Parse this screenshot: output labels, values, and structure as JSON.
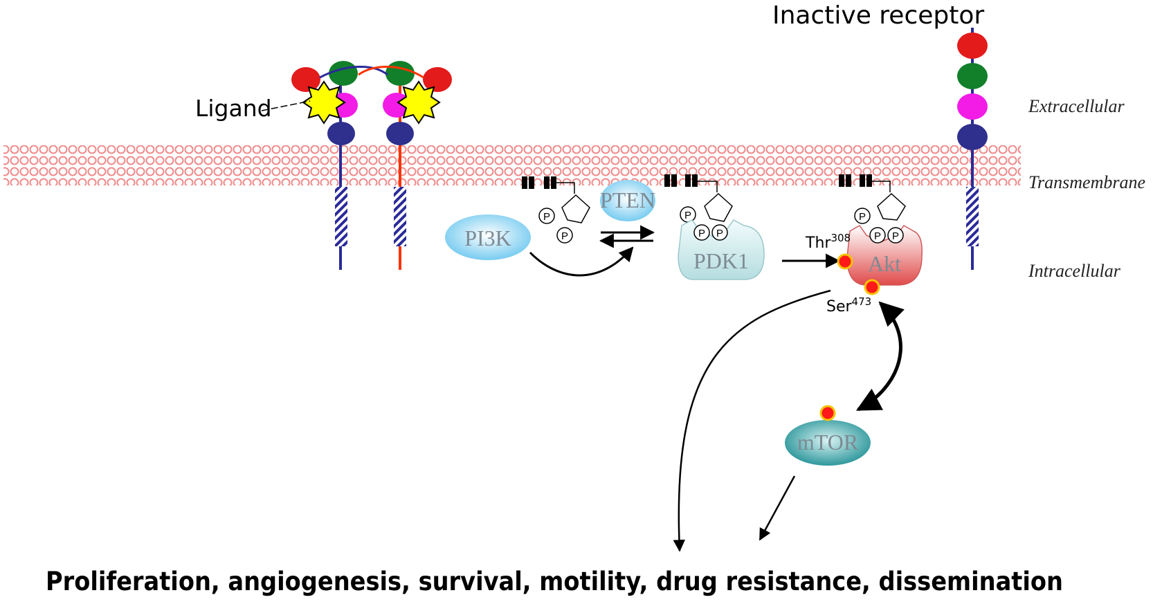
{
  "labels": {
    "inactive_receptor": "Inactive receptor",
    "ligand": "Ligand",
    "extracellular": "Extracellular",
    "transmembrane": "Transmembrane",
    "intracellular": "Intracellular",
    "pi3k": "PI3K",
    "pten": "PTEN",
    "pdk1": "PDK1",
    "akt": "Akt",
    "mtor": "mTOR",
    "thr": "Thr",
    "thr_sup": "308",
    "ser": "Ser",
    "ser_sup": "473",
    "phospho": "P",
    "outcome": "Proliferation, angiogenesis, survival, motility, drug resistance, dissemination"
  },
  "colors": {
    "membrane": "#f08a8a",
    "domain_red": "#e31b1b",
    "domain_green": "#127f2a",
    "domain_magenta": "#f21ce6",
    "domain_navy": "#2f2f8e",
    "ligand_yellow": "#ffff00",
    "chain_blue": "#2a2a9a",
    "chain_red": "#ff3300",
    "protein_blue": "#9fdaf5",
    "pdk1_teal": "#c8e5e8",
    "akt_red": "#e86a6a",
    "mtor_teal": "#3aa6aa",
    "phospho_site": "#ff1a1a"
  }
}
